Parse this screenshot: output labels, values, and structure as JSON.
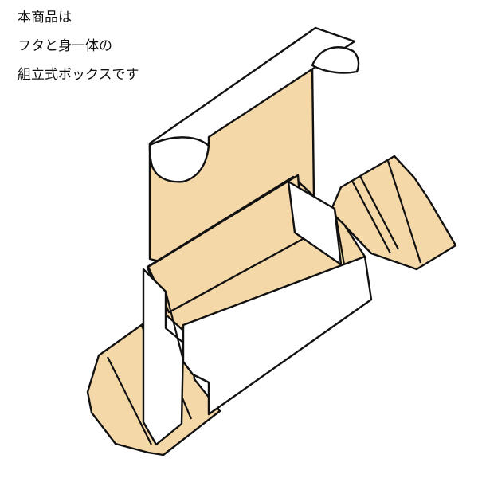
{
  "caption": {
    "line1": "本商品は",
    "line2": "フタと身一体の",
    "line3": "組立式ボックスです"
  },
  "colors": {
    "cardboard": "#f5d8a8",
    "white_face": "#ffffff",
    "outline": "#111111"
  }
}
